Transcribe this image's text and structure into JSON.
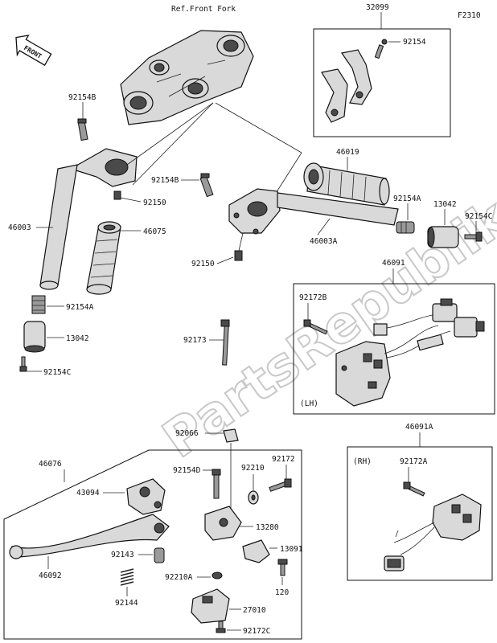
{
  "header": {
    "ref_text": "Ref.Front Fork",
    "code": "F2310",
    "front_label": "FRONT"
  },
  "watermark": "PartsRepublik",
  "callouts": {
    "c32099": "32099",
    "c92154_top": "92154",
    "c92154B_l": "92154B",
    "c92150_l": "92150",
    "c46003": "46003",
    "c46075": "46075",
    "c92154A_l": "92154A",
    "c13042_l": "13042",
    "c92154C_l": "92154C",
    "c46019": "46019",
    "c92154B_r": "92154B",
    "c92154A_r": "92154A",
    "c13042_r": "13042",
    "c92154C_r": "92154C",
    "c46003A": "46003A",
    "c92150_r": "92150",
    "c46091": "46091",
    "c92172B": "92172B",
    "lh": "(LH)",
    "c92173": "92173",
    "c92066": "92066",
    "c46076": "46076",
    "c43094": "43094",
    "c92154D": "92154D",
    "c92210": "92210",
    "c92172": "92172",
    "c13280": "13280",
    "c13091": "13091",
    "c92143": "92143",
    "c92210A": "92210A",
    "c120": "120",
    "c46092": "46092",
    "c92144": "92144",
    "c27010": "27010",
    "c92172C": "92172C",
    "c46091A": "46091A",
    "rh": "(RH)",
    "c92172A": "92172A"
  }
}
